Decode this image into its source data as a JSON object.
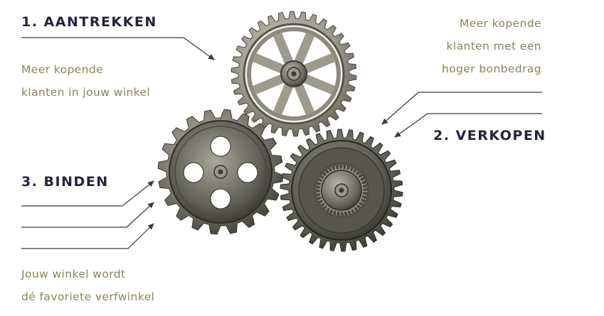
{
  "steps": [
    {
      "heading": "1. AANTREKKEN",
      "description": [
        "Meer kopende",
        "klanten in jouw winkel"
      ]
    },
    {
      "heading": "2. VERKOPEN",
      "description": [
        "Meer kopende",
        "klanten met een",
        "hoger bonbedrag"
      ]
    },
    {
      "heading": "3. BINDEN",
      "description": [
        "Jouw winkel wordt",
        "dé favoriete verfwinkel"
      ]
    }
  ],
  "colors": {
    "heading": "#22243f",
    "description": "#8b8456",
    "line": "#3a3a3a",
    "gear_metal": "#8e8c80",
    "gear_dark": "#3c3b35"
  }
}
